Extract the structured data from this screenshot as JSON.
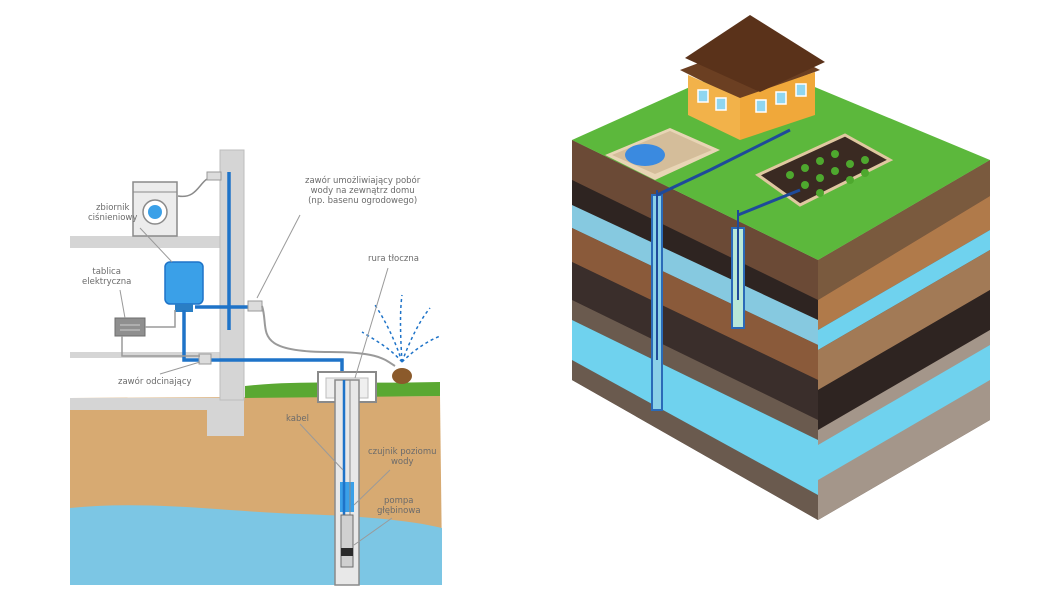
{
  "left_diagram": {
    "labels": {
      "pressure_tank": [
        "zbiornik",
        "ciśnieniowy"
      ],
      "electrical_panel": [
        "tablica",
        "elektryczna"
      ],
      "outdoor_valve": [
        "zawór umożliwiający pobór",
        "wody na zewnątrz domu",
        "(np. basenu ogrodowego)"
      ],
      "pressure_pipe": [
        "rura tłoczna"
      ],
      "shutoff_valve": [
        "zawór odcinający"
      ],
      "cable": [
        "kabel"
      ],
      "level_sensor": [
        "czujnik poziomu",
        "wody"
      ],
      "deep_pump": [
        "pompa",
        "głębinowa"
      ]
    }
  },
  "colors": {
    "pipe_blue": "#1e73c8",
    "tank_blue": "#3aa0e8",
    "soil": "#d7aa72",
    "water": "#7cc6e4",
    "grass": "#5aa832",
    "wall": "#d2d2d2"
  }
}
